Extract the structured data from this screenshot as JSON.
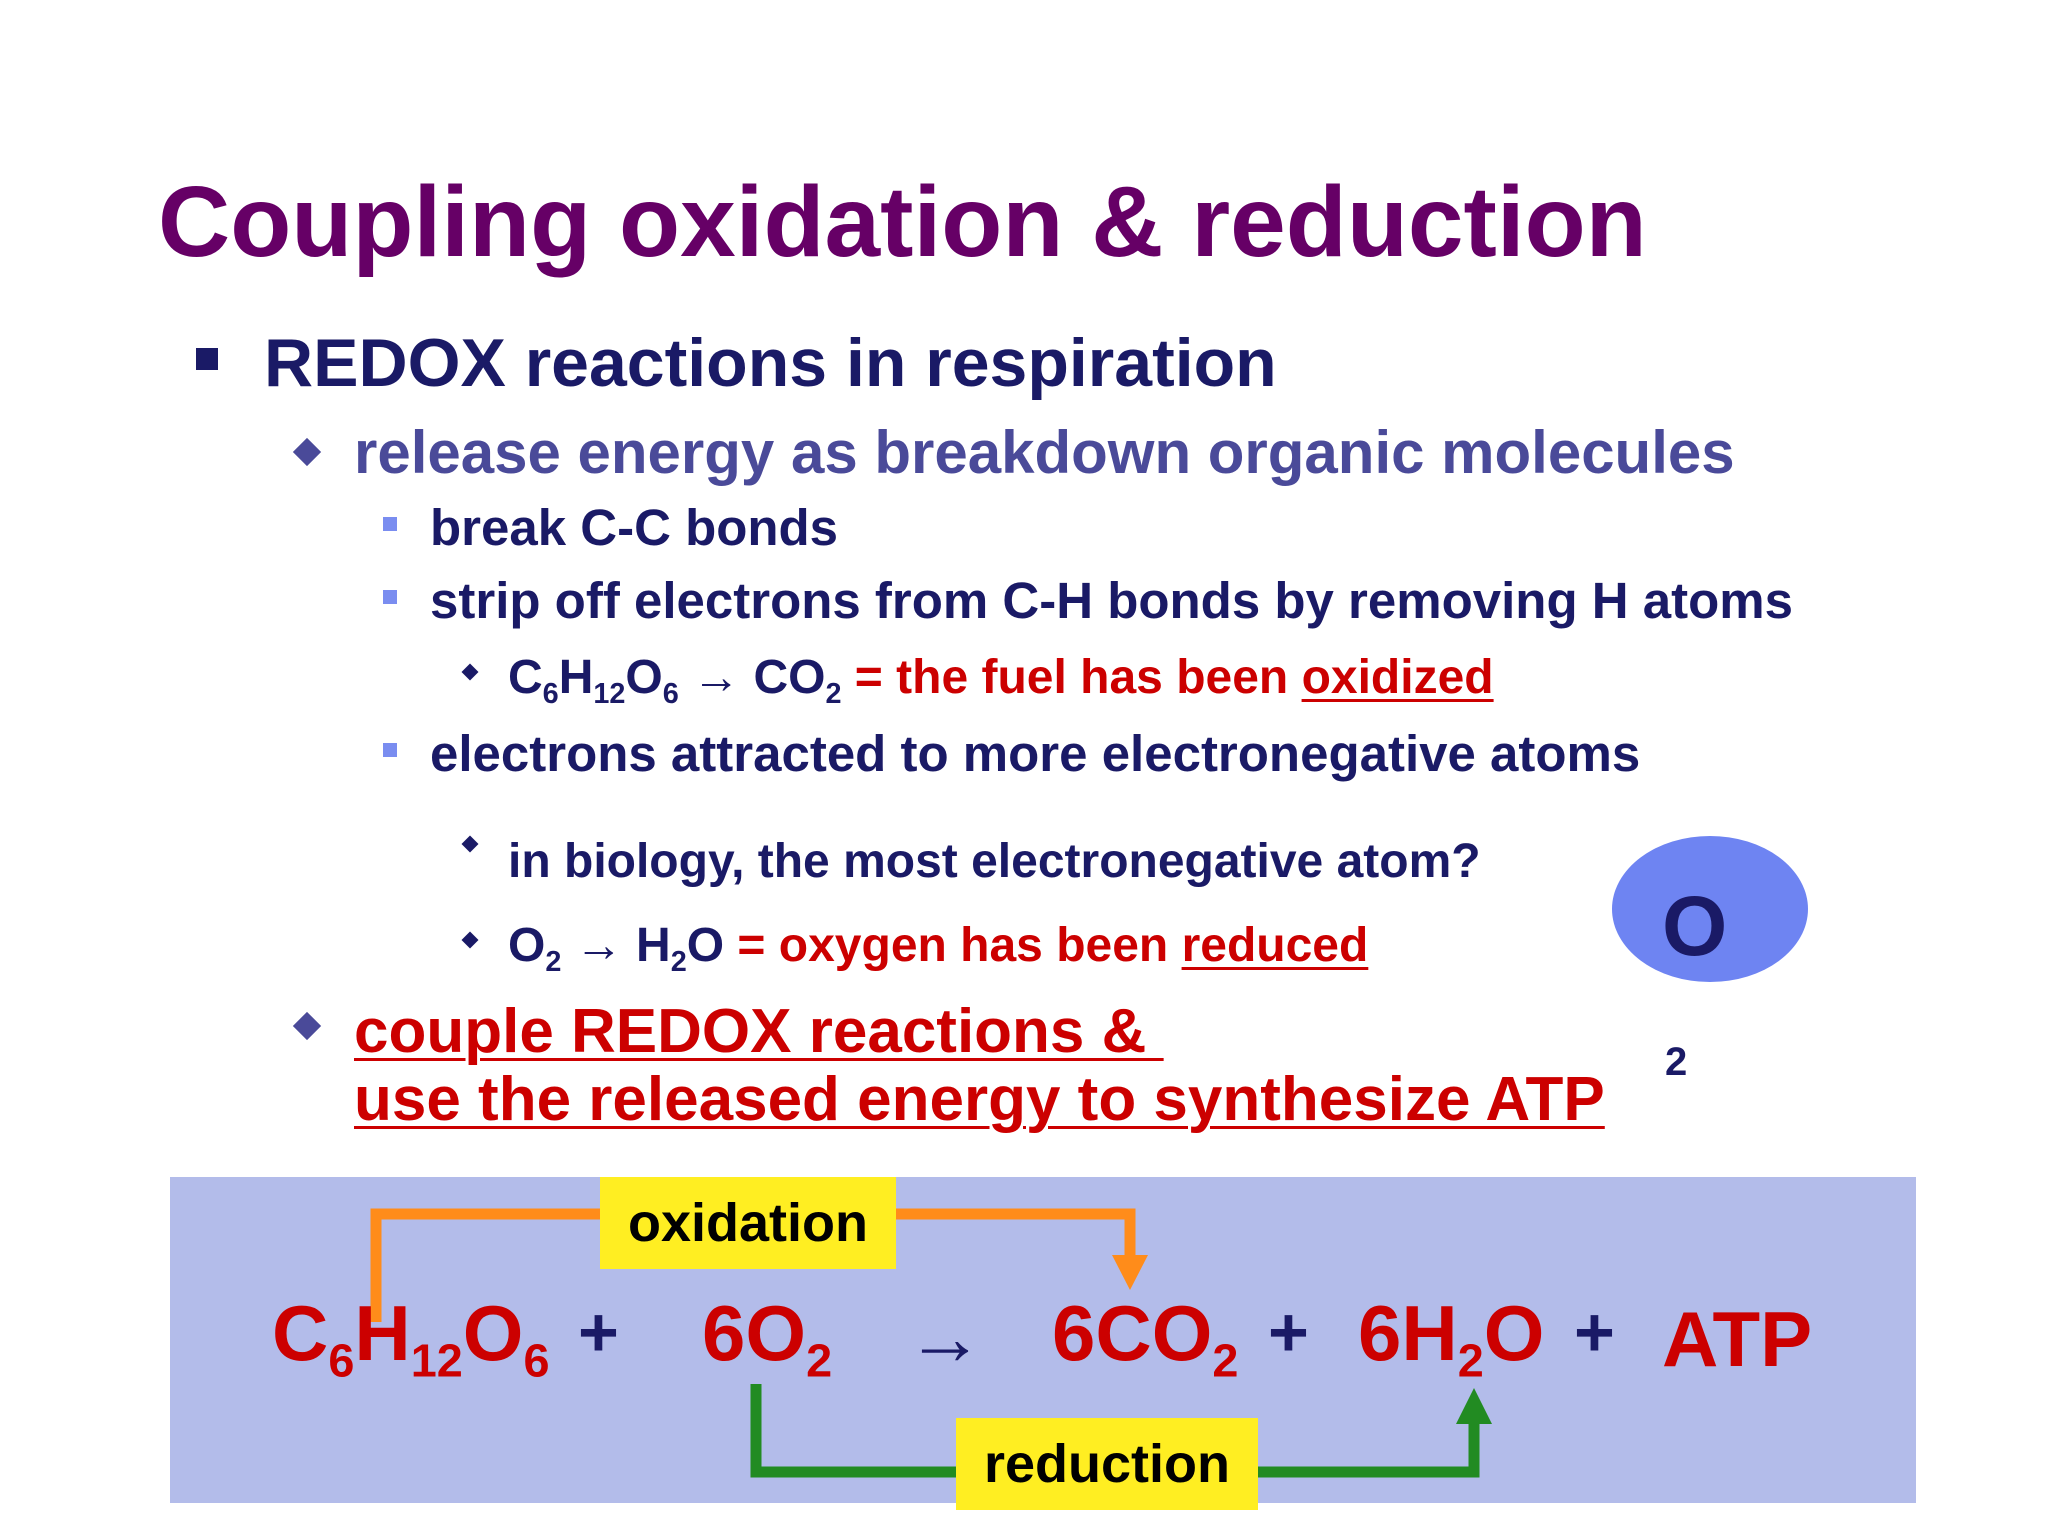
{
  "title": "Coupling oxidation & reduction",
  "bullet1": "REDOX reactions in respiration",
  "bullet1a": "release energy as breakdown organic molecules",
  "sub1": "break C-C bonds",
  "sub2": "strip off electrons from C-H bonds by removing H atoms",
  "glucose_line": {
    "c": "C",
    "c_sub": "6",
    "h": "H",
    "h_sub": "12",
    "o": "O",
    "o_sub": "6",
    "arrow": "→",
    "co": "CO",
    "co_sub": "2",
    "text": " = the fuel has been ",
    "emph": "oxidized"
  },
  "sub3": "electrons attracted to more electronegative atoms",
  "question": "in biology, the most electronegative atom?",
  "oxygen_line": {
    "o": "O",
    "o_sub": "2",
    "arrow": "→",
    "h": "H",
    "h_sub": "2",
    "o2": "O",
    "text": " = oxygen has been ",
    "emph": "reduced"
  },
  "answer": {
    "letter": "O",
    "sub": "2"
  },
  "couple_line1": "couple REDOX reactions & ",
  "couple_line2": "use the released energy to synthesize ATP",
  "equation": {
    "glucose": {
      "c": "C",
      "c_sub": "6",
      "h": "H",
      "h_sub": "12",
      "o": "O",
      "o_sub": "6"
    },
    "plus": "+",
    "oxygen": {
      "coef": "6O",
      "sub": "2"
    },
    "arrow": "→",
    "co2": {
      "coef": "6CO",
      "sub": "2"
    },
    "water": {
      "coef": "6H",
      "sub": "2",
      "tail": "O"
    },
    "atp": "ATP"
  },
  "labels": {
    "oxidation": "oxidation",
    "reduction": "reduction"
  },
  "colors": {
    "title": "#660066",
    "dark_blue": "#1a1a66",
    "red": "#cc0000",
    "panel": "#b3bcea",
    "label_yellow": "#ffee22",
    "oxidation_arrow": "#ff8c1a",
    "reduction_arrow": "#228b22"
  }
}
